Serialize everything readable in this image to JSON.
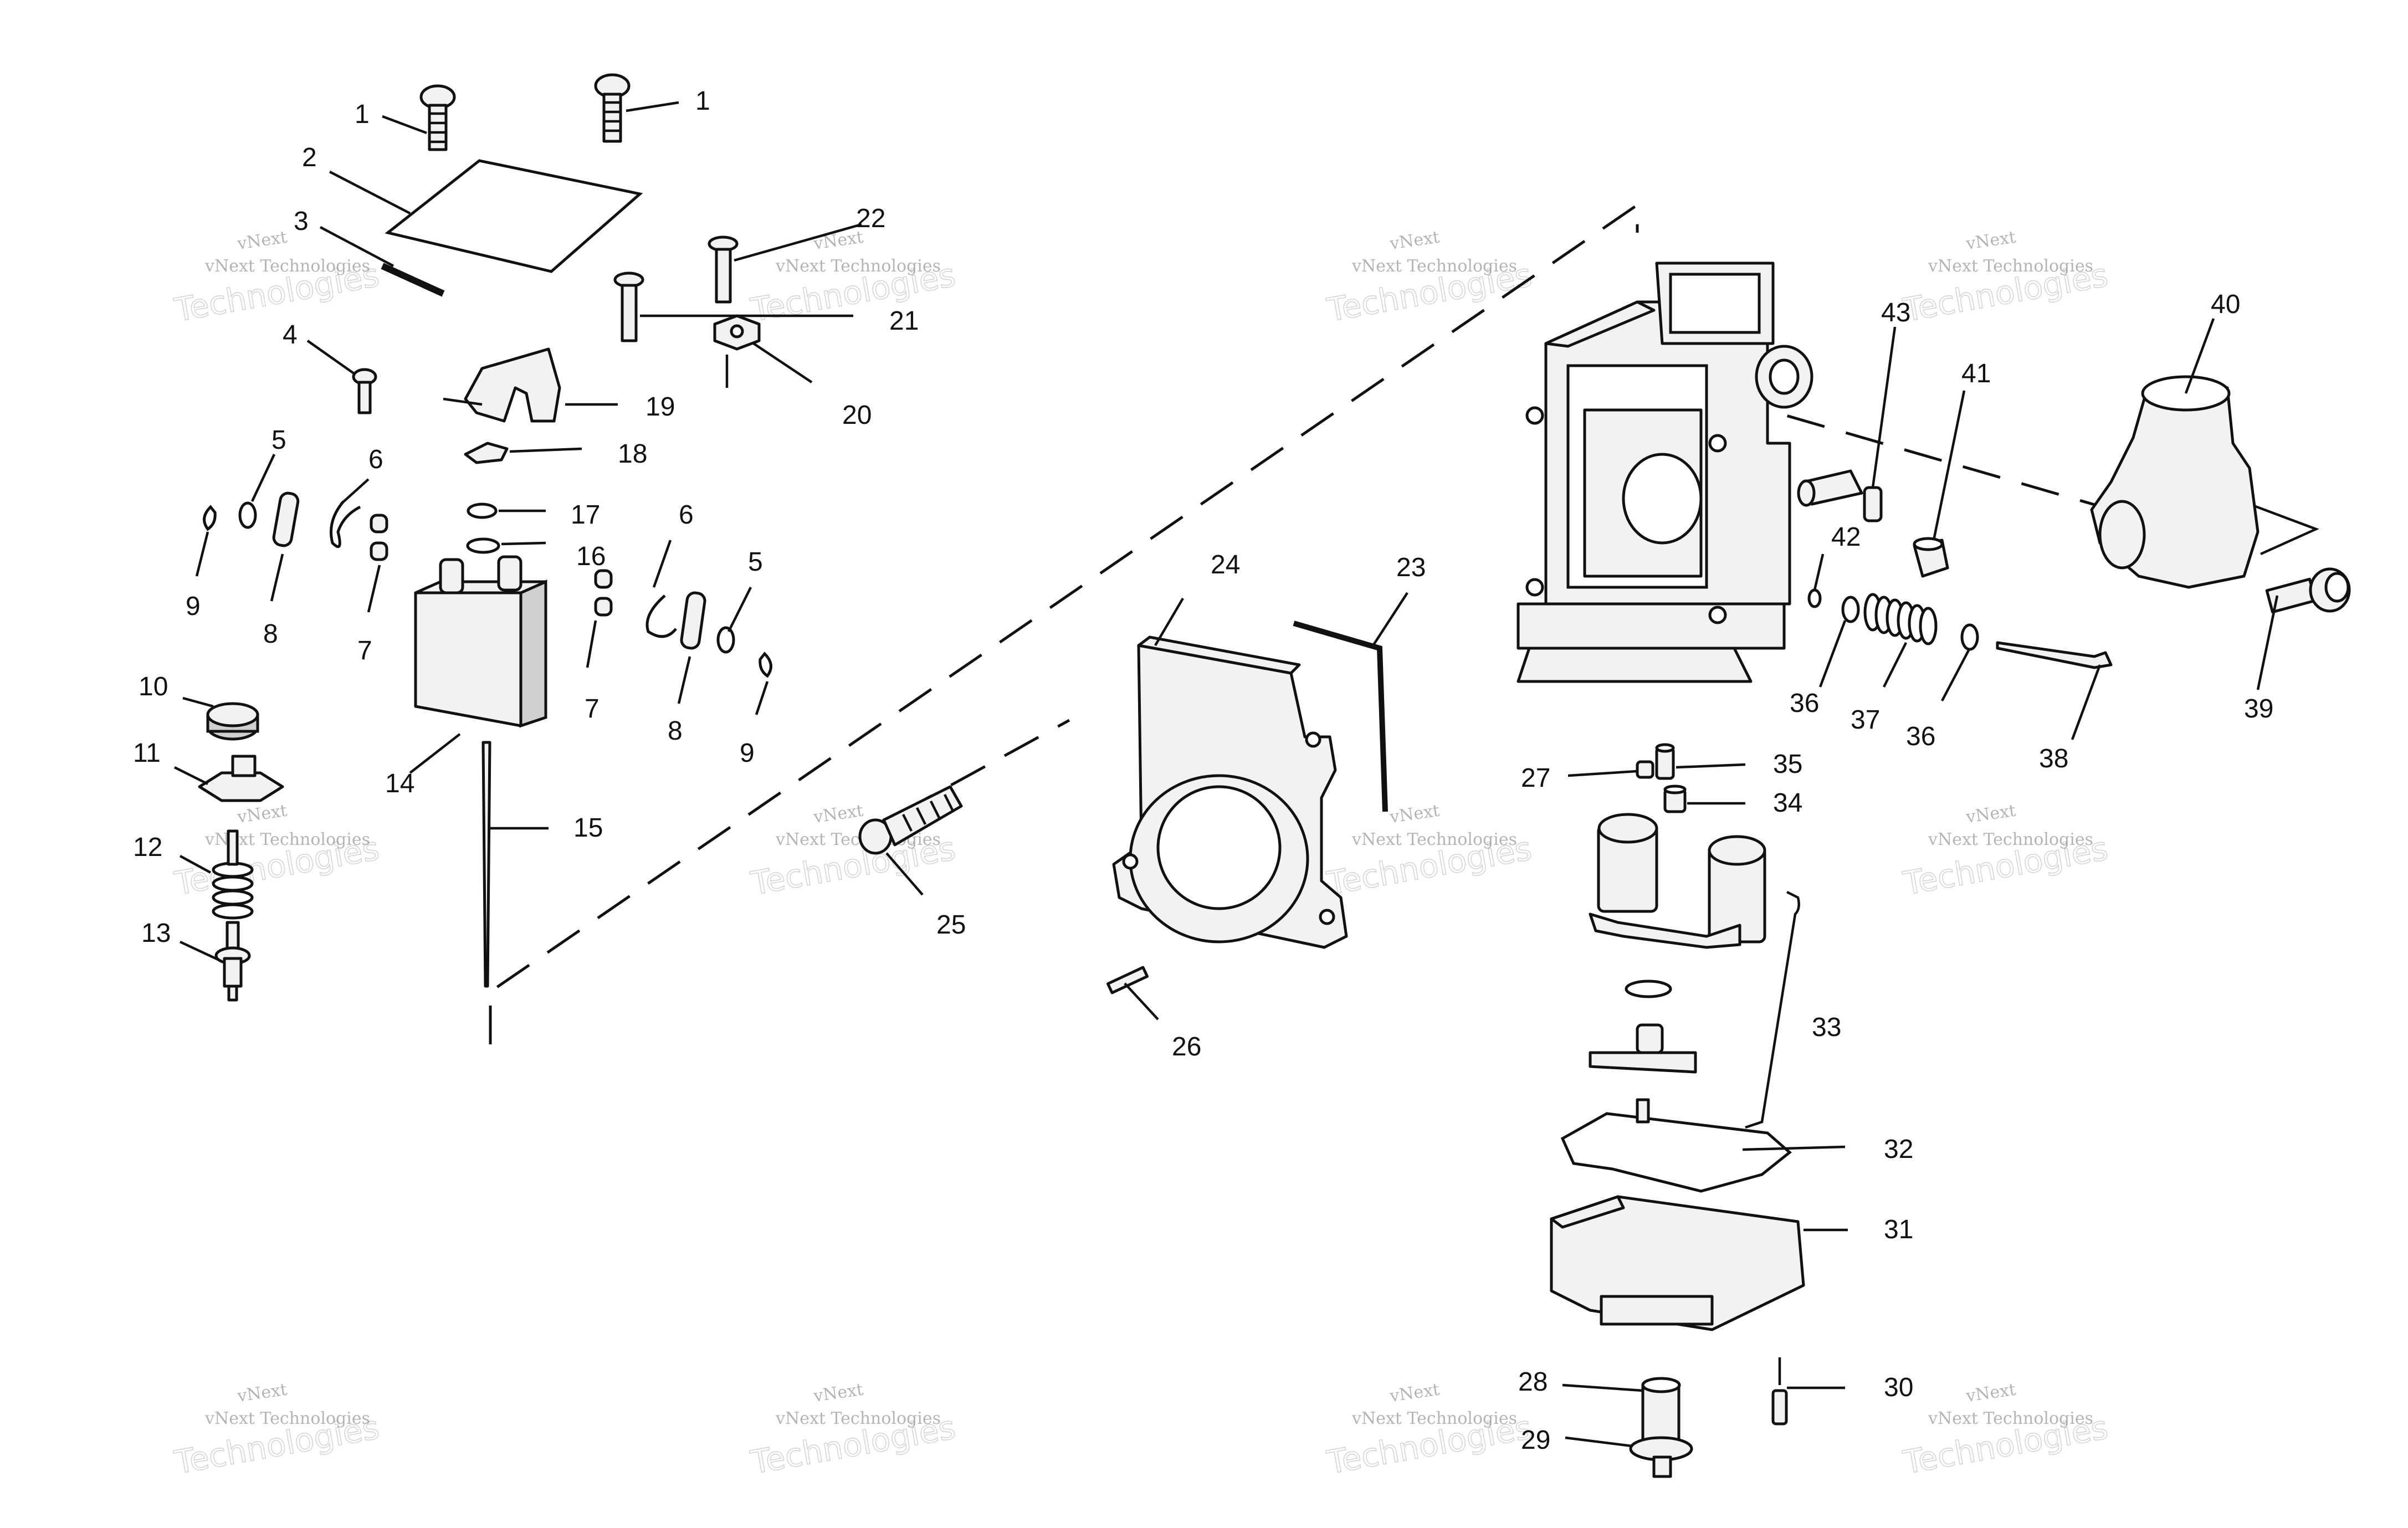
{
  "watermark": {
    "line1": "vNext",
    "line2": "vNext Technologies",
    "line3": "Technologies"
  },
  "callouts": {
    "c1a": "1",
    "c1b": "1",
    "c2": "2",
    "c3": "3",
    "c4": "4",
    "c5a": "5",
    "c5b": "5",
    "c6a": "6",
    "c6b": "6",
    "c7a": "7",
    "c7b": "7",
    "c8a": "8",
    "c8b": "8",
    "c9a": "9",
    "c9b": "9",
    "c10": "10",
    "c11": "11",
    "c12": "12",
    "c13": "13",
    "c14": "14",
    "c15": "15",
    "c16": "16",
    "c17": "17",
    "c18": "18",
    "c19": "19",
    "c20": "20",
    "c21": "21",
    "c22": "22",
    "c23": "23",
    "c24": "24",
    "c25": "25",
    "c26": "26",
    "c27": "27",
    "c28": "28",
    "c29": "29",
    "c30": "30",
    "c31": "31",
    "c32": "32",
    "c33": "33",
    "c34": "34",
    "c35": "35",
    "c36a": "36",
    "c36b": "36",
    "c37": "37",
    "c38": "38",
    "c39": "39",
    "c40": "40",
    "c41": "41",
    "c42": "42",
    "c43": "43"
  }
}
